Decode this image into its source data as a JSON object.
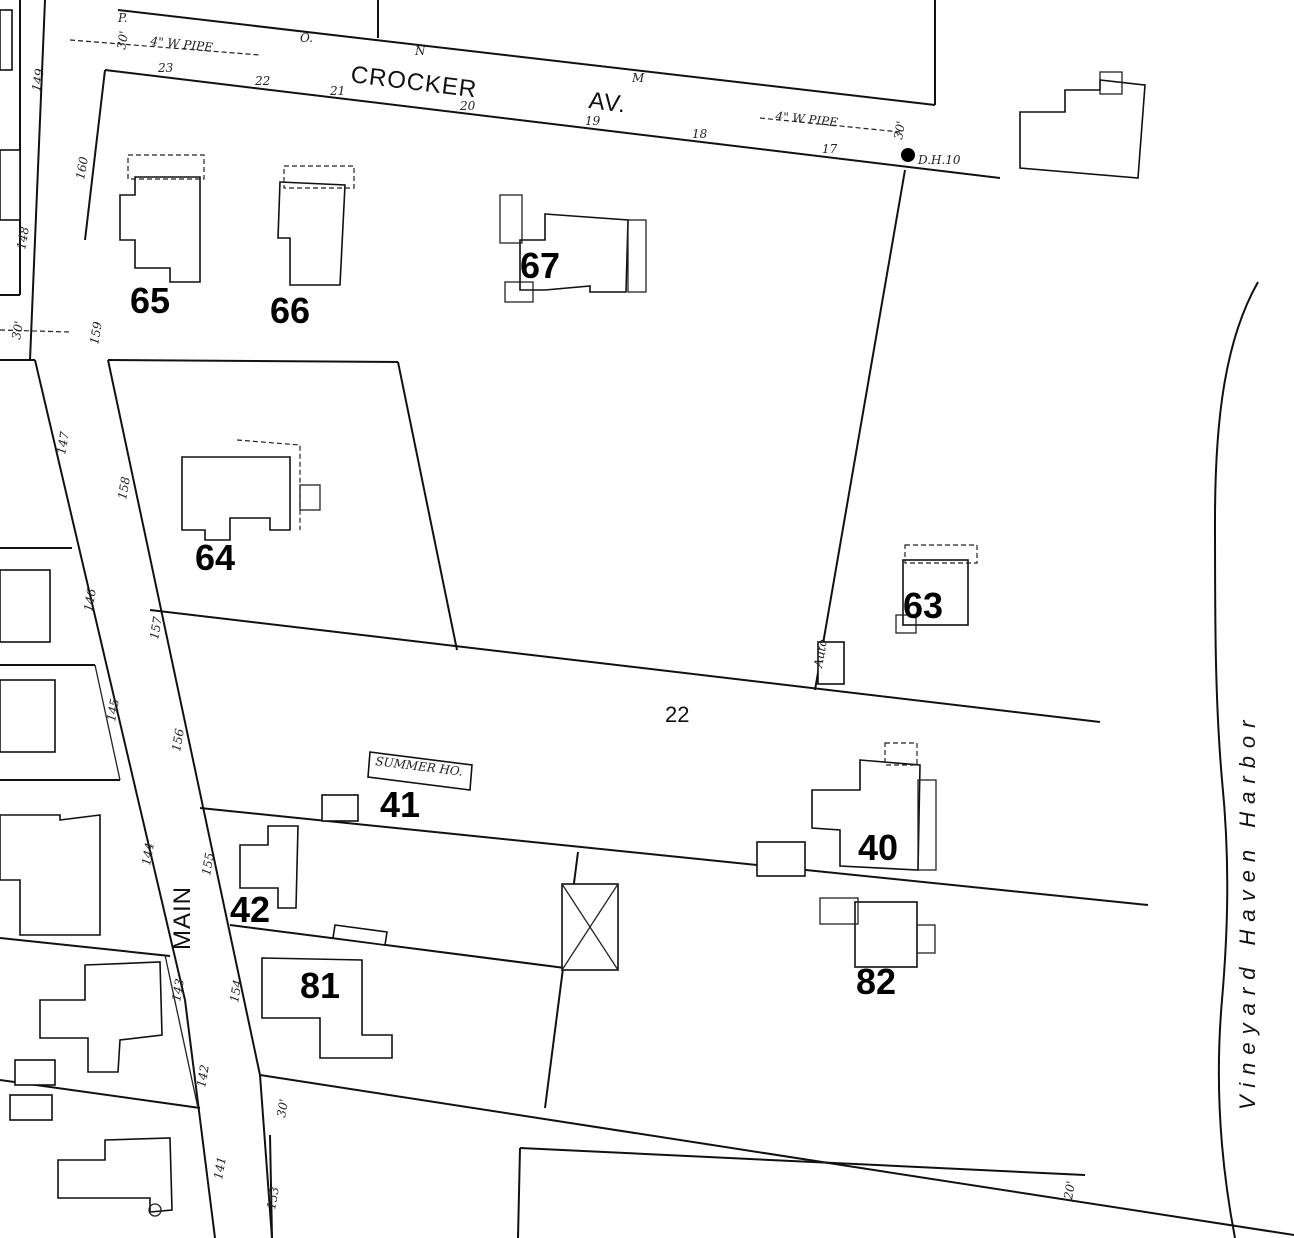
{
  "streets": {
    "crocker": "CROCKER",
    "crocker_av": "AV.",
    "main": "MAIN"
  },
  "water": "Vineyard Haven Harbor",
  "block_number": "22",
  "lots": [
    "65",
    "66",
    "67",
    "64",
    "63",
    "41",
    "40",
    "42",
    "81",
    "82"
  ],
  "pipes": {
    "pipe_west": "4\" W PIPE",
    "pipe_east": "4\" W PIPE",
    "hydrant": "D.H.10"
  },
  "building_labels": {
    "summer_house": "SUMMER HO.",
    "auto": "Auto"
  },
  "crocker_numbers": [
    "23",
    "22",
    "21",
    "20",
    "19",
    "18",
    "17"
  ],
  "main_west_numbers": [
    "149",
    "148",
    "147",
    "146",
    "145",
    "144",
    "143",
    "142",
    "141"
  ],
  "main_east_numbers": [
    "160",
    "159",
    "158",
    "157",
    "156",
    "155",
    "154",
    "153"
  ],
  "dimensions": {
    "d30a": "30'",
    "d30b": "30'",
    "d30c": "30'",
    "d30d": "30'",
    "d20": "20'"
  },
  "letters": {
    "p": "P.",
    "o": "O.",
    "n": "N",
    "m": "M"
  }
}
